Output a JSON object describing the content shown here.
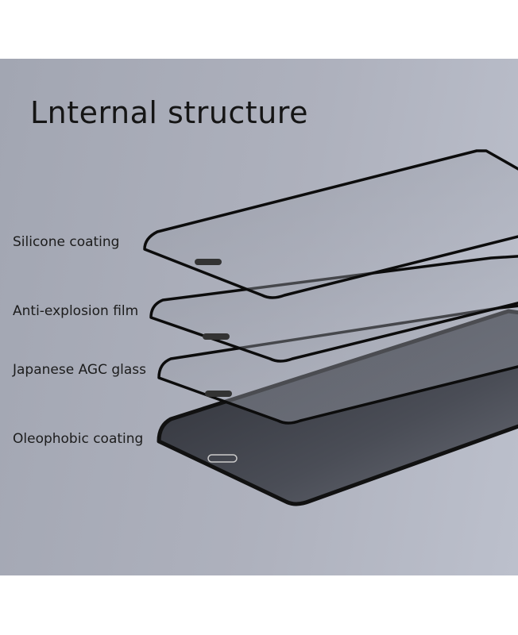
{
  "title": "Lnternal structure",
  "layers": [
    {
      "label": "Silicone coating"
    },
    {
      "label": "Anti-explosion film"
    },
    {
      "label": "Japanese AGC glass"
    },
    {
      "label": "Oleophobic coating"
    }
  ]
}
